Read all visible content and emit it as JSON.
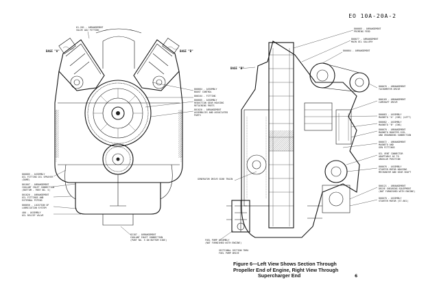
{
  "doc_number": "EO 10A-20A-2",
  "page_number": "6",
  "caption": {
    "line1": "Figure 6—Left View Shows Section Through",
    "line2": "Propeller End of Engine, Right View Through",
    "line3": "Supercharger End"
  },
  "left_view": {
    "view_a": "BASE \"A\"",
    "view_b": "BASE \"B\"",
    "labels_top": [
      "61-281 - ARRANGEMENT",
      "VALVE ADJ FITTING"
    ],
    "labels_right": [
      [
        "800084 - ASSEMBLY",
        "BOOST CONTROL"
      ],
      [
        "800104 - FITTING"
      ],
      [
        "800085 - ASSEMBLY",
        "REDUCTION GEAR HOUSING",
        "RETAINING PARTS"
      ],
      [
        "801020 - ARRANGEMENT",
        "ASSEMBLIES AND ASSOCIATED",
        "PARTS"
      ]
    ],
    "labels_left": [
      [
        "800085 - ASSEMBLY",
        "OIL FITTING OIL SPRAYER",
        "(DOME)"
      ],
      [
        "801007 - ARRANGEMENT",
        "COOLANT INLET CONNECTION",
        "(BOTTOM - PART NO. 5)"
      ],
      [
        "801026 - ARRANGEMENT",
        "OIL FITTINGS AND",
        "EXTERNAL PIPING"
      ],
      [
        "800056 - LOCATION OF",
        "LUBRICATION SYSTEM"
      ],
      [
        "400 - ASSEMBLY",
        "OIL RELIEF VALVE"
      ]
    ],
    "labels_bottom": [
      "82187 - ARRANGEMENT",
      "COOLANT INLET CONNECTION",
      "(PART NO. 5 ON BOTTOM SIDE)"
    ]
  },
  "right_view": {
    "view_b": "BASE \"B\"",
    "labels_top": [
      [
        "800085 - ARRANGEMENT",
        "PRIMING FEED"
      ],
      [
        "800077 - ARRANGEMENT",
        "MAIN OIL GALLERY"
      ],
      [
        "800084 - ARRANGEMENT"
      ]
    ],
    "labels_right": [
      [
        "800076 - ARRANGEMENT",
        "TACHOMETER DRIVE"
      ],
      [
        "800109 - ARRANGEMENT",
        "CAMSHAFT DRIVE"
      ],
      [
        "800083 - ASSEMBLY",
        "MAGNETO \"A\" (INS) (LEFT)"
      ],
      [
        "800082 - ASSEMBLY",
        "MAGNETO \"B\" (INS)"
      ],
      [
        "800070 - ARRANGEMENT",
        "MAGNETO BOOSTER COIL",
        "AND GROUNDING CONNECTION"
      ],
      [
        "800072 - ARRANGEMENT",
        "MAGNETO AND",
        "GEN FITTINGS"
      ],
      [
        "OIL VENT CONNECTOR",
        "ADAPTABLE AS TO",
        "ANGULAR POSITION"
      ],
      [
        "800076 - ASSEMBLY",
        "STARTER MOTOR HOUSING",
        "MECHANISM AND GEAR SHAFT"
      ],
      [
        "800121 - ARRANGEMENT",
        "DRIVE SHEARING EQUIPMENT",
        "(NOT FURNISHED WITH ENGINE)"
      ],
      [
        "800070 - ASSEMBLY",
        "STARTER MOTOR (ST-601)"
      ]
    ],
    "label_generator": "GENERATOR DRIVE GEAR TRAIN",
    "label_fuel_pump": [
      "FUEL PUMP ASSEMBLY",
      "(NOT FURNISHED WITH ENGINE)"
    ],
    "label_section": [
      "SECTIONAL SECTION THRU",
      "FUEL PUMP DRIVE"
    ]
  }
}
